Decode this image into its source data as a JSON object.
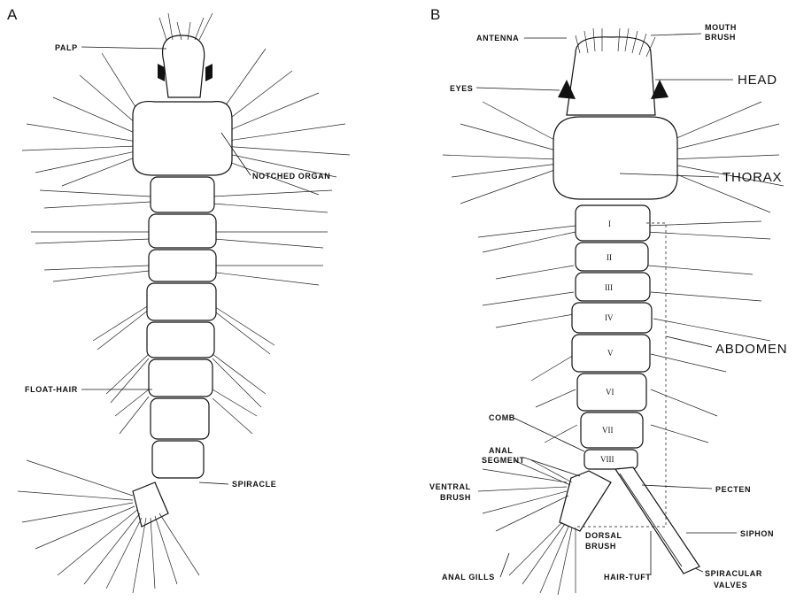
{
  "panels": {
    "a": "A",
    "b": "B"
  },
  "labels_a": {
    "palp": "PALP",
    "notched_organ": "NOTCHED ORGAN",
    "float_hair": "FLOAT-HAIR",
    "spiracle": "SPIRACLE"
  },
  "labels_b": {
    "antenna": "ANTENNA",
    "mouth_brush_1": "MOUTH",
    "mouth_brush_2": "BRUSH",
    "eyes": "EYES",
    "head": "HEAD",
    "thorax": "THORAX",
    "abdomen": "ABDOMEN",
    "comb": "COMB",
    "anal_segment_1": "ANAL",
    "anal_segment_2": "SEGMENT",
    "pecten": "PECTEN",
    "ventral_brush_1": "VENTRAL",
    "ventral_brush_2": "BRUSH",
    "siphon": "SIPHON",
    "dorsal_brush_1": "DORSAL",
    "dorsal_brush_2": "BRUSH",
    "anal_gills": "ANAL GILLS",
    "hair_tuft": "HAIR-TUFT",
    "spiracular_valves_1": "SPIRACULAR",
    "spiracular_valves_2": "VALVES"
  },
  "segments": [
    "I",
    "II",
    "III",
    "IV",
    "V",
    "VI",
    "VII",
    "VIII"
  ],
  "colors": {
    "ink": "#111111",
    "paper": "#ffffff"
  }
}
